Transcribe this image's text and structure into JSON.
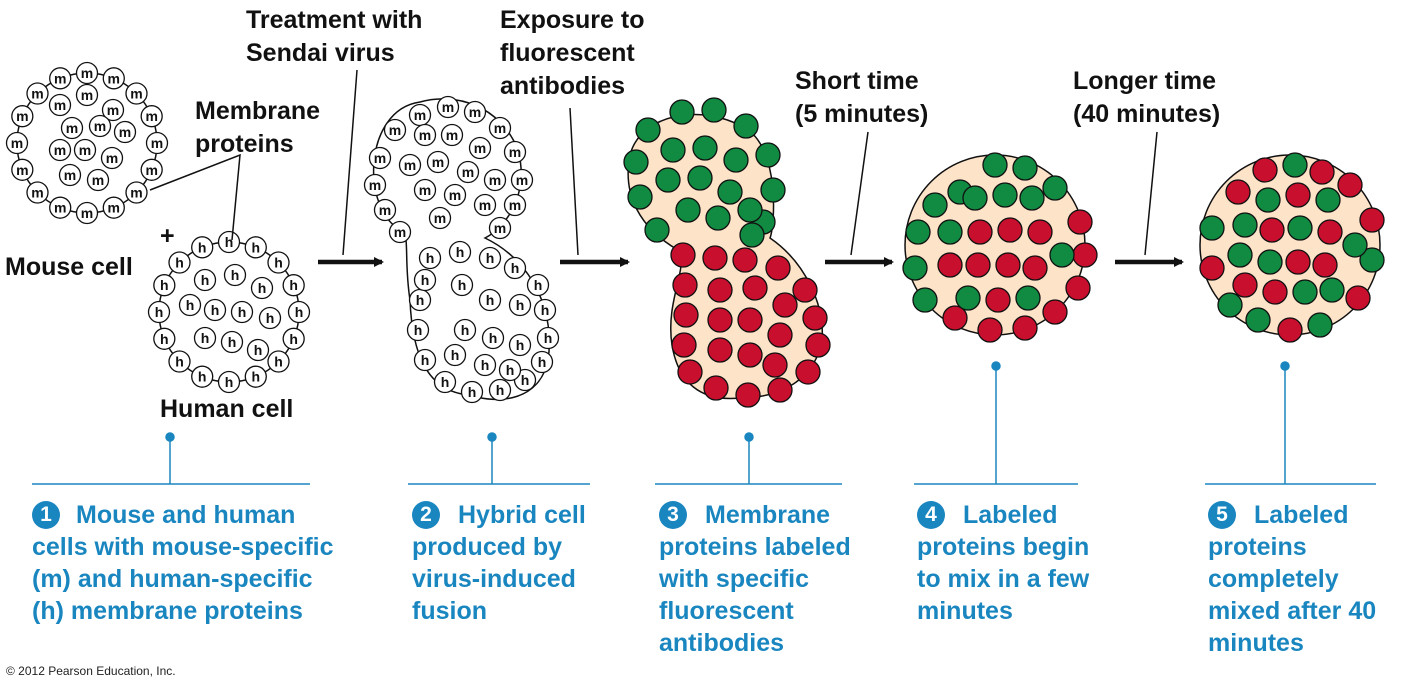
{
  "labels": {
    "membrane_proteins": [
      "Membrane",
      "proteins"
    ],
    "mouse_cell": "Mouse cell",
    "human_cell": "Human cell",
    "plus": "+",
    "treatment": [
      "Treatment with",
      "Sendai virus"
    ],
    "exposure": [
      "Exposure to",
      "fluorescent",
      "antibodies"
    ],
    "short_time": [
      "Short time",
      "(5 minutes)"
    ],
    "longer_time": [
      "Longer time",
      "(40 minutes)"
    ]
  },
  "protein_letters": {
    "mouse": "m",
    "human": "h"
  },
  "colors": {
    "fluorescent_green": "#118a42",
    "fluorescent_red": "#c8102e",
    "cytoplasm": "#fde3c8",
    "caption_blue": "#1a86c0"
  },
  "steps": [
    {
      "num": "1",
      "lines": [
        "Mouse and human",
        "cells with mouse-specific",
        "(m) and human-specific",
        "(h) membrane proteins"
      ]
    },
    {
      "num": "2",
      "lines": [
        "Hybrid cell",
        "produced by",
        "virus-induced",
        "fusion"
      ]
    },
    {
      "num": "3",
      "lines": [
        "Membrane",
        "proteins labeled",
        "with specific",
        "fluorescent",
        "antibodies"
      ]
    },
    {
      "num": "4",
      "lines": [
        "Labeled",
        "proteins begin",
        "to mix in a few",
        "minutes"
      ]
    },
    {
      "num": "5",
      "lines": [
        "Labeled",
        "proteins",
        "completely",
        "mixed after 40",
        "minutes"
      ]
    }
  ],
  "copyright": "© 2012 Pearson Education, Inc."
}
